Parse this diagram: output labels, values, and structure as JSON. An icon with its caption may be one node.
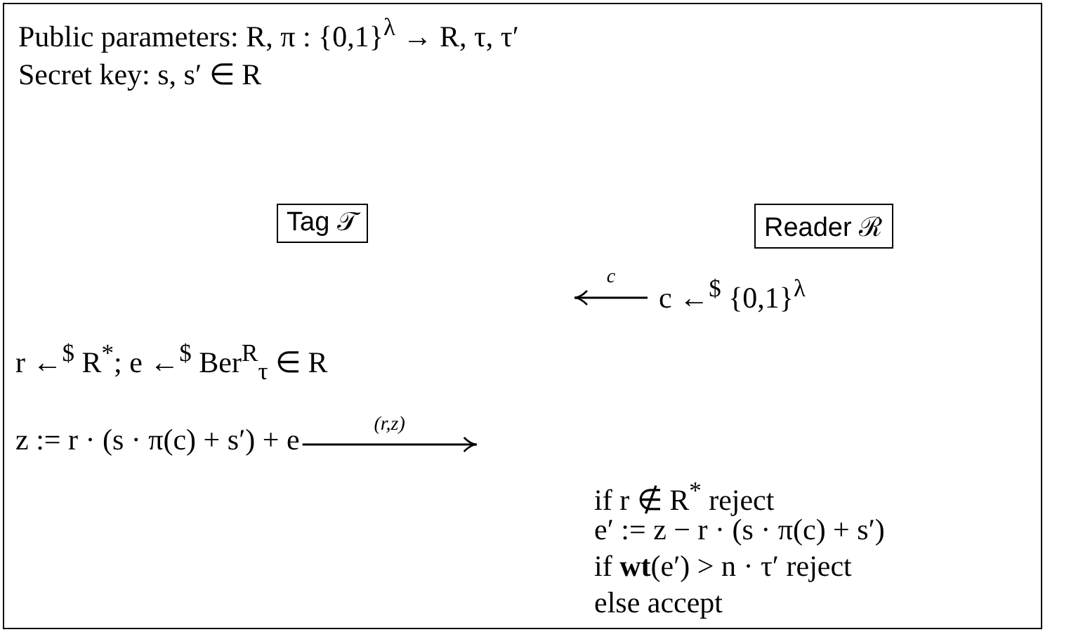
{
  "diagram": {
    "nodes": [
      {
        "text": [
          "Public parameters: R, π : {0,1}$^{λ}$ → R, τ, τ′",
          "Secret key: s, s′ ∈ R"
        ]
      },
      {
        "text": [
          "Tag 𝒯"
        ],
        "in": 0
      },
      {
        "text": [
          "Reader ℛ"
        ],
        "in": 0
      },
      {
        "text": [
          "c ←$^{$}$ {0,1}$^{λ}$"
        ],
        "in": 0
      },
      {
        "text": [
          "z := r · (s · π(c) + s′) + e"
        ],
        "in": 0
      }
    ],
    "edges": [
      {
        "from": 3,
        "to": null,
        "arrow": "to",
        "label": "c"
      },
      {
        "from": 4,
        "to": null,
        "arrow": "to",
        "label": "(r,z)"
      }
    ],
    "labels": [
      "r ←$^{$}$ R$^{*}$; e ←$^{$}$ Ber$^{R}$$_{τ}$ ∈ R",
      "if r ∉ R$^{*}$ reject",
      "e′ := z − r · (s · π(c) + s′)",
      "if **wt**(e′) > n · τ′ reject",
      "else accept"
    ]
  }
}
